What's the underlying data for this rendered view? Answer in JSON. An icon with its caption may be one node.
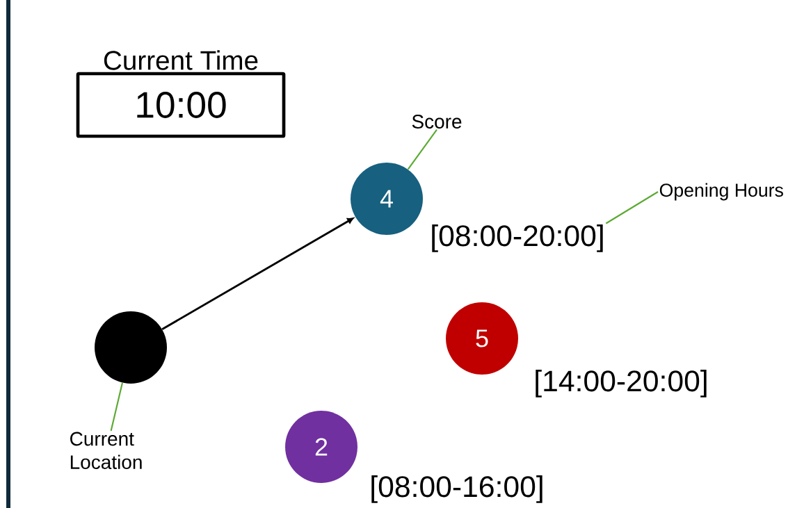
{
  "diagram": {
    "nodes": [
      {
        "text": [
          "Current Time",
          "10:00"
        ]
      },
      {
        "text": [],
        "shape": "circle"
      },
      {
        "text": [
          "Current Location"
        ]
      },
      {
        "text": [
          "Score"
        ]
      },
      {
        "text": [
          "4"
        ]
      },
      {
        "text": [
          "Opening Hours"
        ]
      },
      {
        "text": [
          "[08:00-20:00]"
        ]
      },
      {
        "text": [
          "5"
        ]
      },
      {
        "text": [
          "[14:00-20:00]"
        ]
      },
      {
        "text": [
          "2"
        ]
      },
      {
        "text": [
          "[08:00-16:00]"
        ]
      }
    ],
    "edges": [
      {
        "from": 1,
        "to": 4,
        "arrow": "to",
        "color": "#000000"
      },
      {
        "from": 2,
        "to": 1,
        "arrow": "none",
        "color": "#5aaa32"
      },
      {
        "from": 3,
        "to": 4,
        "arrow": "none",
        "color": "#5aaa32"
      },
      {
        "from": 5,
        "to": 6,
        "arrow": "none",
        "color": "#5aaa32"
      }
    ]
  }
}
